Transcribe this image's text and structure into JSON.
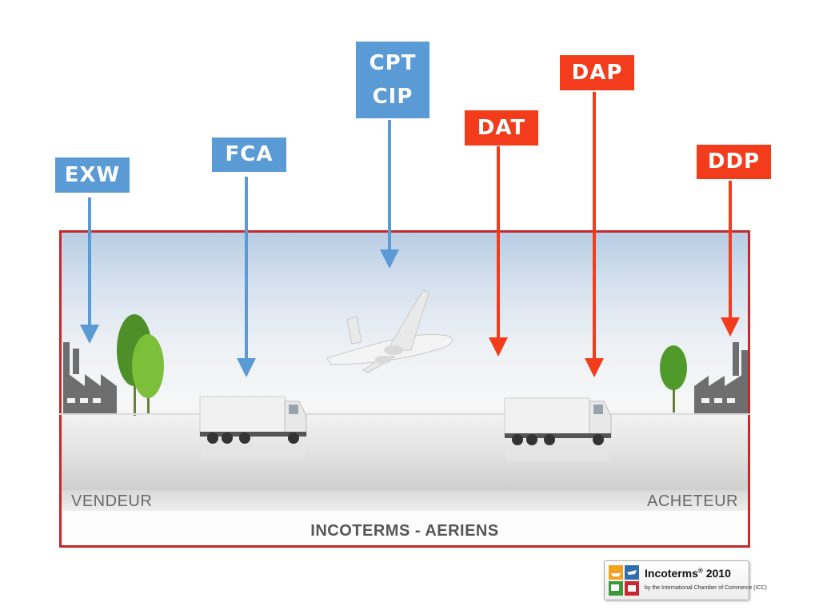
{
  "terms": {
    "exw": "EXW",
    "fca": "FCA",
    "cpt": "CPT",
    "cip": "CIP",
    "dat": "DAT",
    "dap": "DAP",
    "ddp": "DDP"
  },
  "scene": {
    "seller": "VENDEUR",
    "buyer": "ACHETEUR",
    "title": "INCOTERMS - AERIENS"
  },
  "logo": {
    "name": "Incoterms",
    "registered": "®",
    "year": "2010",
    "subtitle": "by the International Chamber of Commerce (ICC)"
  },
  "colors": {
    "seller_terms": "#5b9bd5",
    "buyer_terms": "#f23c1b",
    "frame": "#c5282d"
  }
}
